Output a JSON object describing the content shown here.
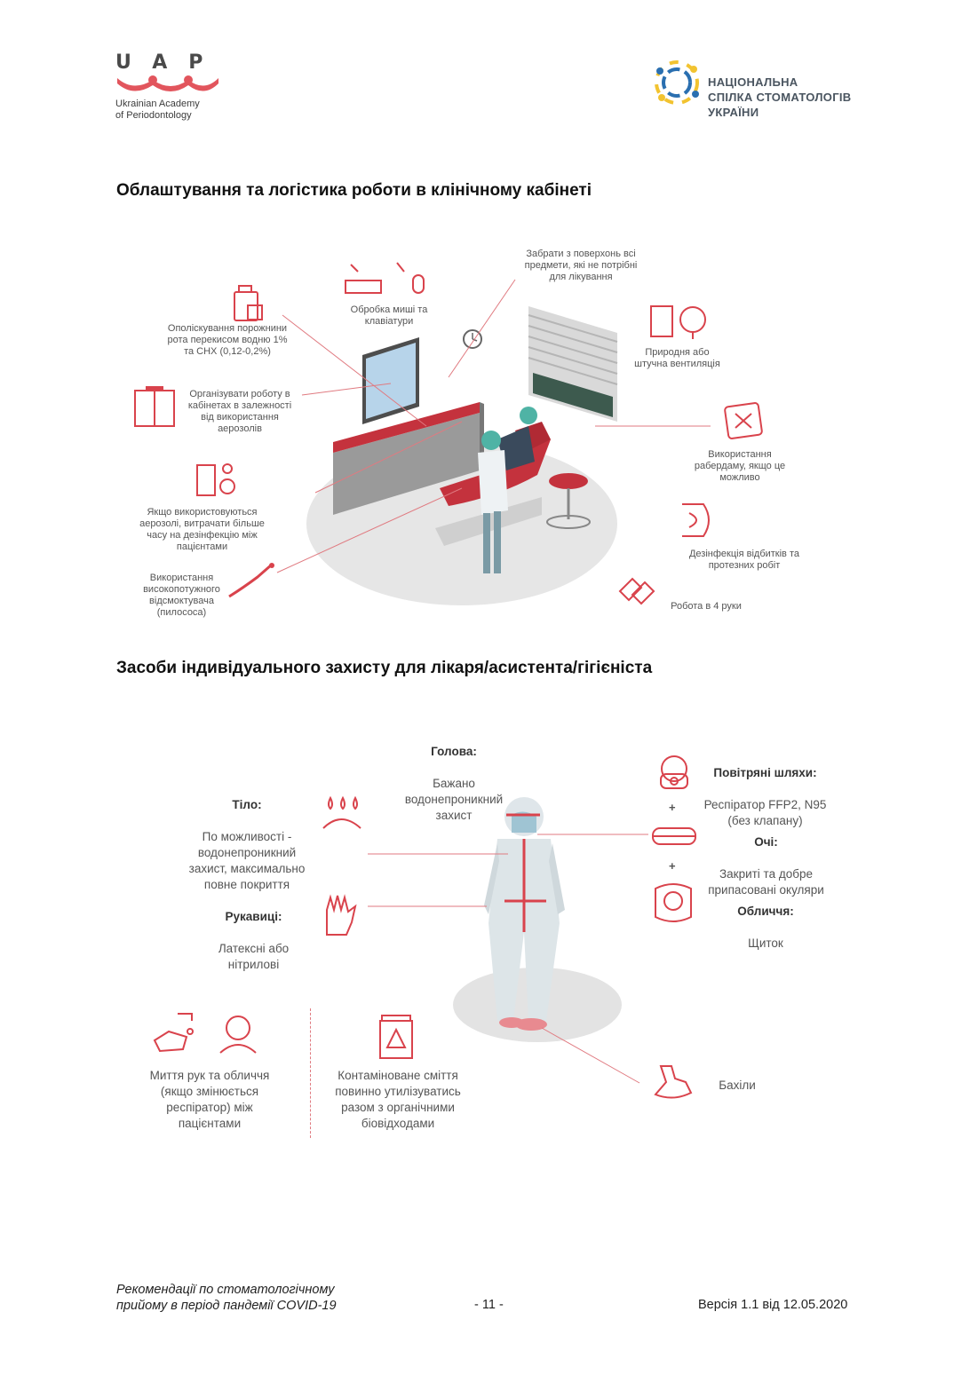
{
  "header": {
    "uap_letters": "UAP",
    "uap_subtitle": "Ukrainian Academy\nof Periodontology",
    "nsu_name": "НАЦІОНАЛЬНА\nСПІЛКА СТОМАТОЛОГІВ\nУКРАЇНИ"
  },
  "section1": {
    "title": "Облаштування та логістика роботи в клінічному кабінеті",
    "labels": {
      "rinse": "Ополіскування порожнини\nрота перекисом водню 1%\nта CHX (0,12-0,2%)",
      "organize": "Організувати роботу в\nкабінетах в залежності\nвід використання\nаерозолів",
      "aerosol_time": "Якщо використовуються\nаерозолі, витрачати більше\nчасу на дезінфекцію між\nпацієнтами",
      "suction": "Використання\nвисокопотужного\nвідсмоктувача\n(пилососа)",
      "mouse": "Обробка миші та\nклавіатури",
      "remove_items": "Забрати з поверхонь всі\nпредмети, які не потрібні\nдля лікування",
      "ventilation": "Природня або\nштучна вентиляція",
      "rubber_dam": "Використання\nрабердаму, якщо це\nможливо",
      "impressions": "Дезінфекція відбитків та\nпротезних робіт",
      "four_hands": "Робота в 4 руки"
    }
  },
  "section2": {
    "title": "Засоби індивідуального захисту для лікаря/асистента/гігієніста",
    "head": {
      "title": "Голова:",
      "text": "Бажано\nводонепроникний\nзахист"
    },
    "body": {
      "title": "Тіло:",
      "text": "По можливості -\nводонепроникний\nзахист, максимально\nповне покриття"
    },
    "gloves": {
      "title": "Рукавиці:",
      "text": "Латексні або\nнітрилові"
    },
    "airways": {
      "title": "Повітряні шляхи:",
      "text": "Респіратор FFP2, N95\n(без клапану)"
    },
    "eyes": {
      "title": "Очі:",
      "text": "Закриті та добре\nприпасовані окуляри"
    },
    "face": {
      "title": "Обличчя:",
      "text": "Щиток"
    },
    "wash": "Миття рук та обличчя\n(якщо змінюється\nреспіратор) між\nпацієнтами",
    "waste": "Контаміноване сміття\nповинно утилізуватись\nразом з органічними\nбіовідходами",
    "shoe_covers": "Бахіли",
    "plus": "+"
  },
  "footer": {
    "left": "Рекомендації по стоматологічному\nприйому в період пандемії COVID-19",
    "page": "- 11 -",
    "version": "Версія 1.1 від 12.05.2020"
  },
  "colors": {
    "accent": "#d9434c",
    "gray": "#c9c9c9",
    "dark": "#555555"
  }
}
